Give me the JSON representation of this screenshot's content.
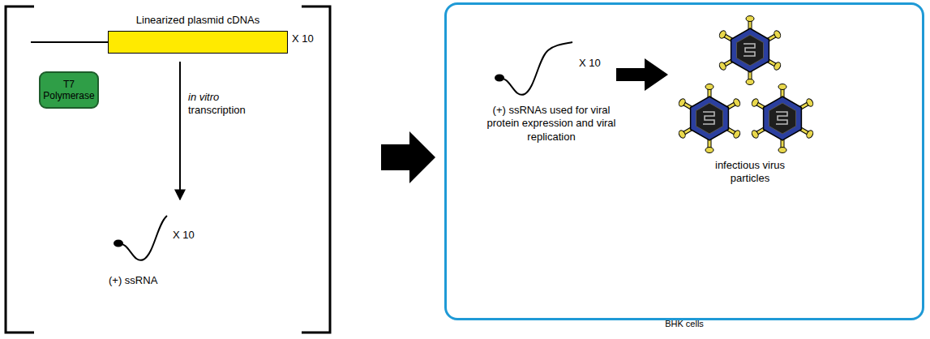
{
  "diagram": {
    "nodes": [
      {
        "text": [
          "Linearized plasmid cDNAs"
        ]
      },
      {
        "text": [
          "T7 Polymerase"
        ]
      },
      {
        "text": [
          "BHK cells"
        ]
      }
    ],
    "labels": [
      "X 10",
      "in vitro",
      "transcription",
      "X 10",
      "(+) ssRNA",
      "X 10",
      "(+) ssRNAs used for viral protein expression and viral replication",
      "infectious virus particles"
    ]
  }
}
